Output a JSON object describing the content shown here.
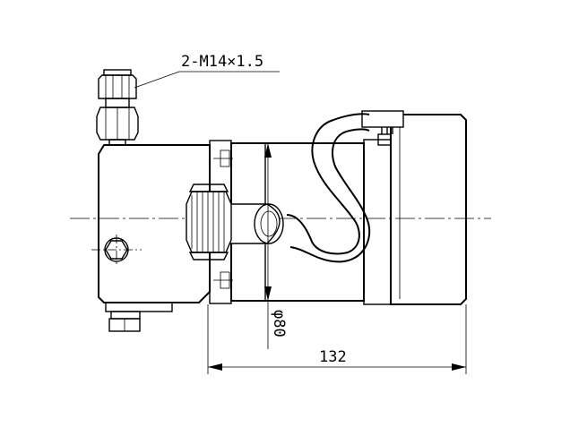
{
  "annotations": {
    "thread_spec": "2-M14×1.5",
    "diameter_dim": "φ80",
    "length_dim": "132"
  }
}
